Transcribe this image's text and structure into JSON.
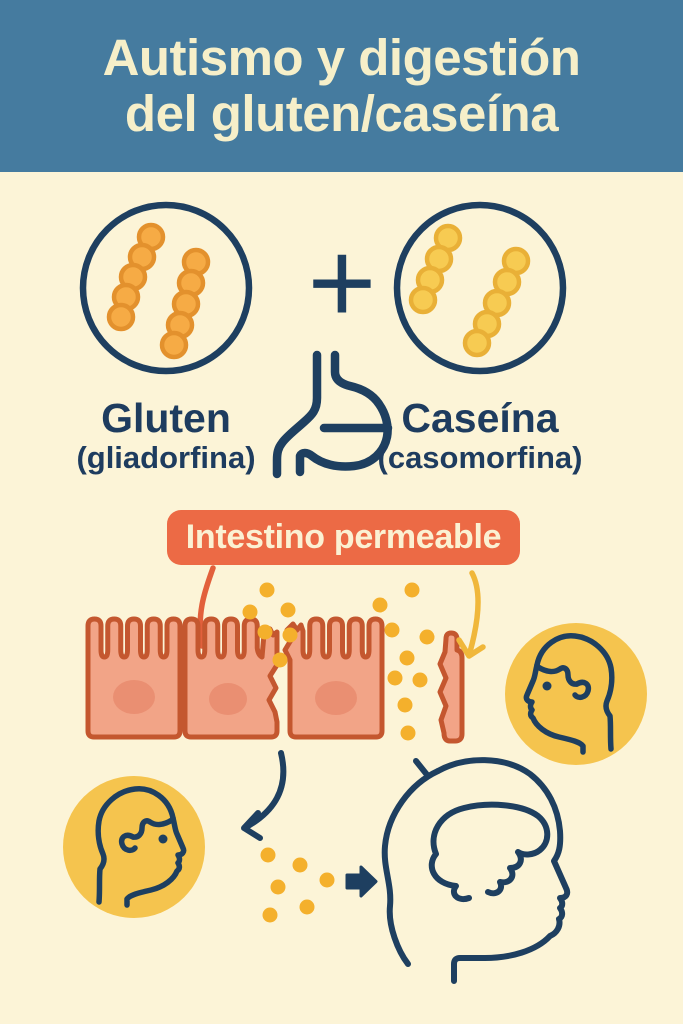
{
  "page": {
    "background_color": "#fcf4d7"
  },
  "header": {
    "title_line1": "Autismo y digestión",
    "title_line2": "del gluten/caseína",
    "bg_color": "#457b9f",
    "text_color": "#f6efc9"
  },
  "sources": {
    "plus_sign": "+",
    "gluten": {
      "label": "Gluten",
      "sublabel": "(gliadorfina)",
      "bead_color": "#f6ab45",
      "bead_ring_color": "#e3912d"
    },
    "casein": {
      "label": "Caseína",
      "sublabel": "(casomorfina)",
      "bead_color": "#f7cb52",
      "bead_ring_color": "#e9b037"
    },
    "stomach_icon_color": "#1e3f60"
  },
  "banner": {
    "label": "Intestino permeable",
    "bg_color": "#ec6a45",
    "text_color": "#fbf1d3"
  },
  "leaky_gut": {
    "cell_fill": "#f2a487",
    "cell_stroke": "#c4572f",
    "nucleus_color": "#ea8f72",
    "peptide_dot_color": "#f4b02c",
    "orange_arrow_color": "#e2603c",
    "yellow_arrow_color": "#f0b73a"
  },
  "figures": {
    "head_circle_color": "#f5c44e",
    "outline_color": "#1e3f60"
  }
}
